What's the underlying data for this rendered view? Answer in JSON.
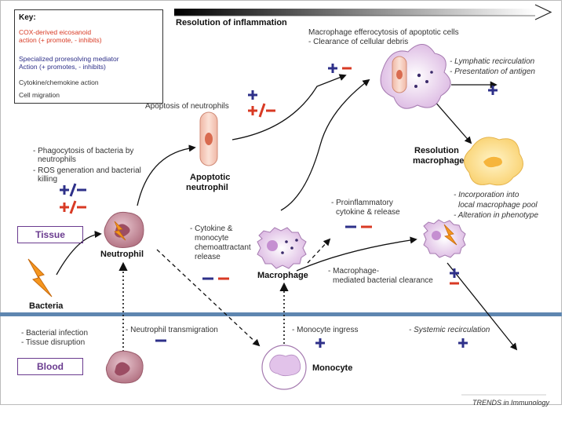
{
  "key": {
    "title": "Key:",
    "cox_line1": "COX-derived eicosanoid",
    "cox_line2": "action (+ promote, - inhibits)",
    "spm_line1": "Specialized proresolving mediator",
    "spm_line2": "Action (+ promotes, - inhibits)",
    "cytokine": "Cytokine/chemokine action",
    "migration": "Cell migration"
  },
  "header": {
    "resolution": "Resolution of inflammation"
  },
  "compartments": {
    "tissue": "Tissue",
    "blood": "Blood"
  },
  "cells": {
    "bacteria": "Bacteria",
    "neutrophil": "Neutrophil",
    "apoptotic_line1": "Apoptotic",
    "apoptotic_line2": "neutrophil",
    "macrophage": "Macrophage",
    "monocyte": "Monocyte",
    "resolution_line1": "Resolution",
    "resolution_line2": "macrophage"
  },
  "labels": {
    "phago_1": "- Phagocytosis of bacteria by",
    "phago_2": "neutrophils",
    "phago_3": "- ROS generation and bacterial",
    "phago_4": "killing",
    "apoptosis": "Apoptosis of neutrophils",
    "efferocytosis": "Macrophage efferocytosis of apoptotic cells",
    "clearance": "- Clearance of cellular debris",
    "lymphatic": "- Lymphatic recirculation",
    "antigen": "- Presentation of antigen",
    "proinflam_1": "- Proinflammatory",
    "proinflam_2": "cytokine & release",
    "cytokine_1": "- Cytokine &",
    "cytokine_2": "monocyte",
    "cytokine_3": "chemoattractant",
    "cytokine_4": "release",
    "incorp_1": "- Incorporation into",
    "incorp_2": "local macrophage pool",
    "alteration": "- Alteration in phenotype",
    "mac_clear_1": "- Macrophage-",
    "mac_clear_2": "mediated bacterial clearance",
    "bact_infection": "- Bacterial infection",
    "tissue_disruption": "- Tissue disruption",
    "transmigration": "- Neutrophil transmigration",
    "monocyte_ingress": "- Monocyte ingress",
    "systemic": "- Systemic recirculation"
  },
  "credit": "TRENDS in Immunology",
  "colors": {
    "cox_red": "#d83a24",
    "spm_blue": "#2e3089",
    "membrane_blue": "#5e86b0",
    "box_purple": "#6a3b8f"
  }
}
